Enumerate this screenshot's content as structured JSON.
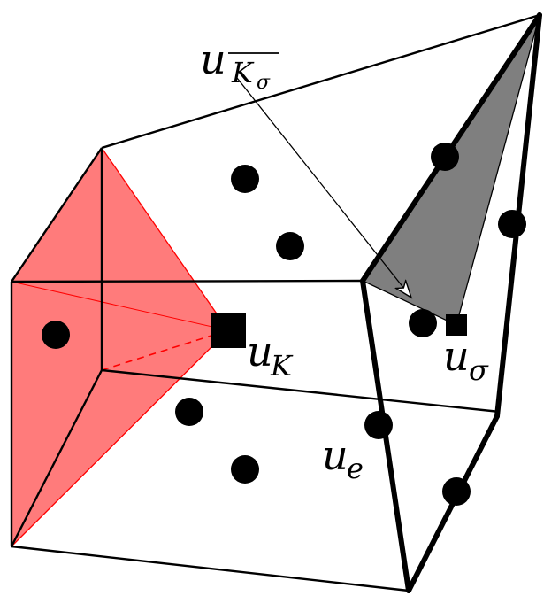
{
  "labels": {
    "u_kbar": {
      "base": "u",
      "sub": "K",
      "subsub": "σ"
    },
    "u_k": {
      "base": "u",
      "sub": "K"
    },
    "u_sigma": {
      "base": "u",
      "sub": "σ"
    },
    "u_e": {
      "base": "u",
      "sub": "e"
    }
  },
  "colors": {
    "red_face": "#ff7b7b",
    "red_edge": "#ff0000",
    "gray_face": "#7f7f7f",
    "line": "#000000",
    "background": "#ffffff"
  }
}
